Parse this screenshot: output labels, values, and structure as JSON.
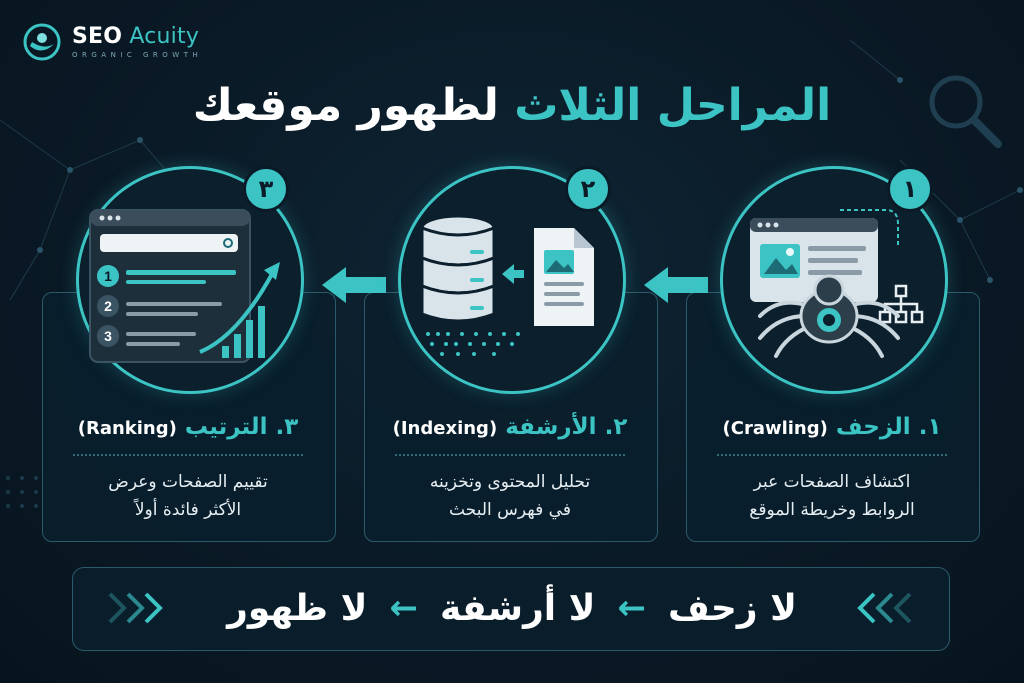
{
  "brand": {
    "name_part1": "SEO",
    "name_part2": " Acuity",
    "tagline": "ORGANIC GROWTH"
  },
  "title": {
    "highlight": "المراحل الثلاث",
    "rest": " لظهور موقعك"
  },
  "steps": [
    {
      "badge": "١",
      "number": "١.",
      "name_ar": " الزحف ",
      "name_en": "(Crawling)",
      "desc_line1": "اكتشاف الصفحات عبر",
      "desc_line2": "الروابط وخريطة الموقع",
      "icon": "spider-crawler-icon"
    },
    {
      "badge": "٢",
      "number": "٢.",
      "name_ar": " الأرشفة ",
      "name_en": "(Indexing)",
      "desc_line1": "تحليل المحتوى وتخزينه",
      "desc_line2": "في فهرس البحث",
      "icon": "database-document-icon"
    },
    {
      "badge": "٣",
      "number": "٣.",
      "name_ar": " الترتيب ",
      "name_en": "(Ranking)",
      "desc_line1": "تقييم الصفحات وعرض",
      "desc_line2": "الأكثر فائدة أولاً",
      "icon": "search-results-ranking-icon",
      "ranks": [
        "1",
        "2",
        "3"
      ]
    }
  ],
  "flow": {
    "items": [
      "لا زحف",
      "لا أرشفة",
      "لا ظهور"
    ],
    "separator": "←"
  },
  "colors": {
    "accent": "#3cc4c4",
    "background": "#0a1a26",
    "card_border": "#2b5a6a",
    "text": "#ffffff"
  }
}
